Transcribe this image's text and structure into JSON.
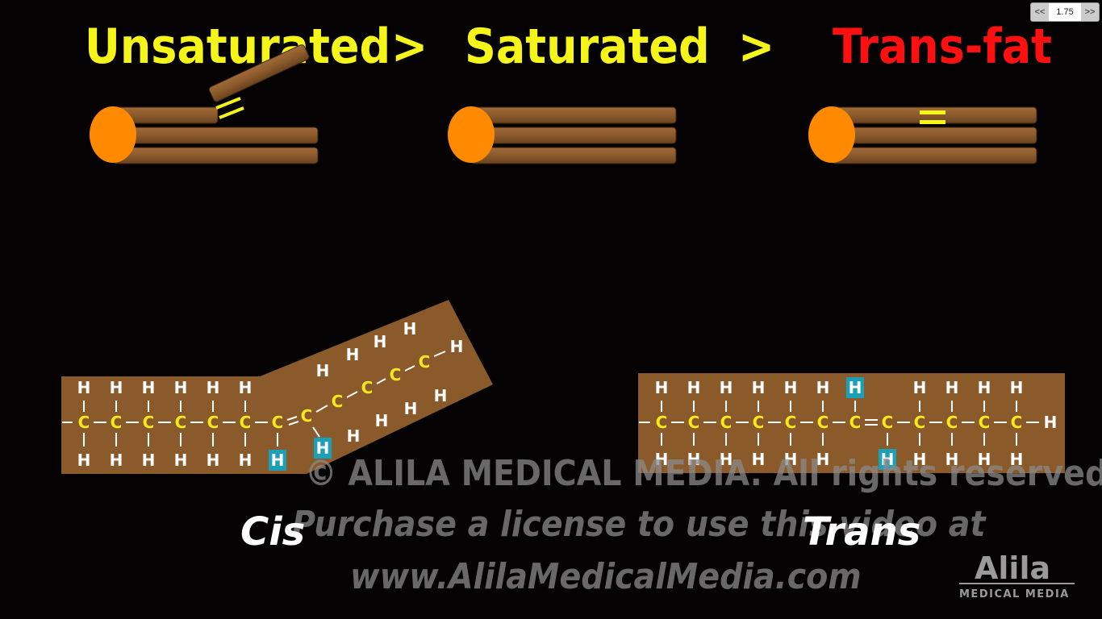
{
  "player": {
    "prev_label": "<<",
    "speed": "1.75",
    "next_label": ">>"
  },
  "titles": {
    "unsaturated": "Unsaturated",
    "gt1": ">",
    "saturated": "Saturated",
    "gt2": ">",
    "transfat": "Trans-fat"
  },
  "labels": {
    "cis": "Cis",
    "trans": "Trans"
  },
  "watermark": {
    "line1": "© ALILA MEDICAL MEDIA. All rights reserved",
    "line2": "Purchase a license to use this video at",
    "line3": "www.AlilaMedicalMedia.com"
  },
  "logo": {
    "brand": "Alila",
    "sub": "MEDICAL MEDIA"
  },
  "colors": {
    "title_yellow": "#f5f51a",
    "title_red": "#ff1010",
    "chain_brown": "#8b5a2b",
    "head_orange": "#ff8a00",
    "carbon_yellow": "#f5e81e",
    "highlight_h": "#1aa0b8"
  },
  "atoms": {
    "H": "H",
    "C": "C"
  }
}
